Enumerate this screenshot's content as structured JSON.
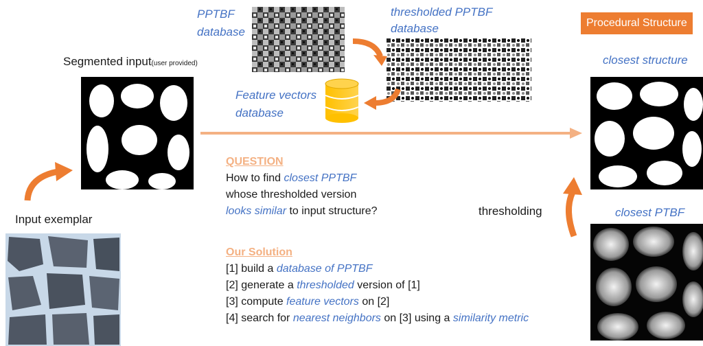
{
  "pptbf_db": {
    "line1": "PPTBF",
    "line2": "database"
  },
  "thresh_db": {
    "line1": "thresholded PPTBF",
    "line2": "database"
  },
  "feature_db": {
    "line1": "Feature vectors",
    "line2": "database"
  },
  "segmented": {
    "title": "Segmented input",
    "note": "(user provided)"
  },
  "input_exemplar": "Input exemplar",
  "procedural_structure": "Procedural Structure",
  "closest_structure": "closest structure",
  "closest_ptbf": "closest PTBF",
  "thresholding": "thresholding",
  "question": {
    "heading": "QUESTION",
    "l1a": "How to find ",
    "l1b": "closest PPTBF",
    "l2": "whose thresholded version",
    "l3a": "looks similar",
    "l3b": " to input structure?"
  },
  "solution": {
    "heading": "Our Solution",
    "s1a": "[1] build a ",
    "s1b": "database  of PPTBF",
    "s2a": "[2] generate a ",
    "s2b": "thresholded",
    "s2c": "  version of [1]",
    "s3a": "[3] compute ",
    "s3b": "feature vectors",
    "s3c": " on [2]",
    "s4a": "[4] search for ",
    "s4b": "nearest neighbors",
    "s4c": " on [3] using a ",
    "s4d": "similarity metric"
  },
  "colors": {
    "accent": "#ed7d31",
    "blue_text": "#4472c4",
    "arrow_line": "#f4b183",
    "db_yellow": "#ffc000"
  }
}
